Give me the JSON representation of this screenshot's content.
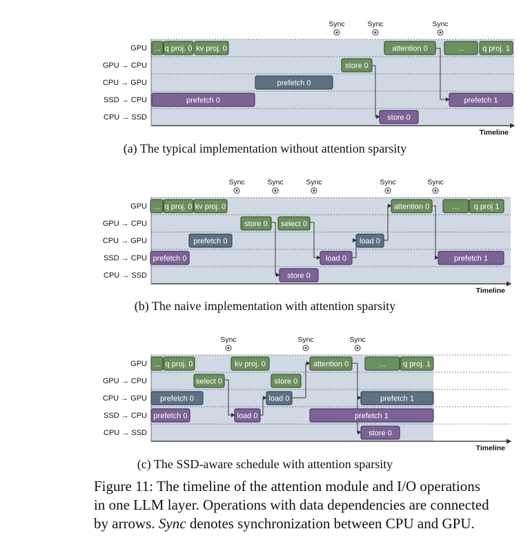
{
  "lanes": [
    "GPU",
    "GPU → CPU",
    "CPU → GPU",
    "SSD → CPU",
    "CPU → SSD"
  ],
  "timeline_label": "Timeline",
  "sync_label": "Sync",
  "colors": {
    "gpu_fill": "#6b8f5e",
    "gpu_stroke": "#3d5a33",
    "io_fill": "#5d7182",
    "io_stroke": "#37485a",
    "ssd_fill": "#7d6296",
    "ssd_stroke": "#4f3a66",
    "panel_bg": "#cfd8e3",
    "text_on_block": "#ffffff"
  },
  "diagrams": [
    {
      "id": "a",
      "caption": "(a) The typical implementation without attention sparsity",
      "blocks": [
        {
          "lane": 0,
          "label": "...",
          "kind": "gpu"
        },
        {
          "lane": 0,
          "label": "q proj. 0",
          "kind": "gpu"
        },
        {
          "lane": 0,
          "label": "kv proj. 0",
          "kind": "gpu"
        },
        {
          "lane": 0,
          "label": "attention 0",
          "kind": "gpu"
        },
        {
          "lane": 0,
          "label": "...",
          "kind": "gpu"
        },
        {
          "lane": 0,
          "label": "q proj. 1",
          "kind": "gpu"
        },
        {
          "lane": 1,
          "label": "store 0",
          "kind": "gpu"
        },
        {
          "lane": 2,
          "label": "prefetch 0",
          "kind": "io"
        },
        {
          "lane": 3,
          "label": "prefetch 0",
          "kind": "ssd"
        },
        {
          "lane": 3,
          "label": "prefetch 1",
          "kind": "ssd"
        },
        {
          "lane": 4,
          "label": "store 0",
          "kind": "ssd"
        }
      ]
    },
    {
      "id": "b",
      "caption": "(b) The naive implementation with attention sparsity",
      "blocks": [
        {
          "lane": 0,
          "label": "...",
          "kind": "gpu"
        },
        {
          "lane": 0,
          "label": "q proj. 0",
          "kind": "gpu"
        },
        {
          "lane": 0,
          "label": "kv proj. 0",
          "kind": "gpu"
        },
        {
          "lane": 0,
          "label": "attention 0",
          "kind": "gpu"
        },
        {
          "lane": 0,
          "label": "...",
          "kind": "gpu"
        },
        {
          "lane": 0,
          "label": "q proj 1",
          "kind": "gpu"
        },
        {
          "lane": 1,
          "label": "store 0",
          "kind": "gpu"
        },
        {
          "lane": 1,
          "label": "select 0",
          "kind": "gpu"
        },
        {
          "lane": 2,
          "label": "prefetch 0",
          "kind": "io"
        },
        {
          "lane": 2,
          "label": "load 0",
          "kind": "io"
        },
        {
          "lane": 3,
          "label": "prefetch 0",
          "kind": "ssd"
        },
        {
          "lane": 3,
          "label": "load 0",
          "kind": "ssd"
        },
        {
          "lane": 3,
          "label": "prefetch 1",
          "kind": "ssd"
        },
        {
          "lane": 4,
          "label": "store 0",
          "kind": "ssd"
        }
      ]
    },
    {
      "id": "c",
      "caption": "(c) The SSD-aware schedule with attention sparsity",
      "blocks": [
        {
          "lane": 0,
          "label": "...",
          "kind": "gpu"
        },
        {
          "lane": 0,
          "label": "q proj. 0",
          "kind": "gpu"
        },
        {
          "lane": 0,
          "label": "kv proj. 0",
          "kind": "gpu"
        },
        {
          "lane": 0,
          "label": "attention 0",
          "kind": "gpu"
        },
        {
          "lane": 0,
          "label": "...",
          "kind": "gpu"
        },
        {
          "lane": 0,
          "label": "q proj. 1",
          "kind": "gpu"
        },
        {
          "lane": 1,
          "label": "select 0",
          "kind": "gpu"
        },
        {
          "lane": 1,
          "label": "store 0",
          "kind": "gpu"
        },
        {
          "lane": 2,
          "label": "prefetch 0",
          "kind": "io"
        },
        {
          "lane": 2,
          "label": "load 0",
          "kind": "io"
        },
        {
          "lane": 2,
          "label": "prefetch 1",
          "kind": "io"
        },
        {
          "lane": 3,
          "label": "prefetch 0",
          "kind": "ssd"
        },
        {
          "lane": 3,
          "label": "load 0",
          "kind": "ssd"
        },
        {
          "lane": 3,
          "label": "prefetch 1",
          "kind": "ssd"
        },
        {
          "lane": 4,
          "label": "store 0",
          "kind": "ssd"
        }
      ]
    }
  ],
  "figure_caption": {
    "line1": "Figure 11: The timeline of the attention module and I/O operations",
    "line2": "in one LLM layer. Operations with data dependencies are connected",
    "line3_pre": "by arrows. ",
    "line3_em": "Sync",
    "line3_post": " denotes synchronization between CPU and GPU."
  }
}
